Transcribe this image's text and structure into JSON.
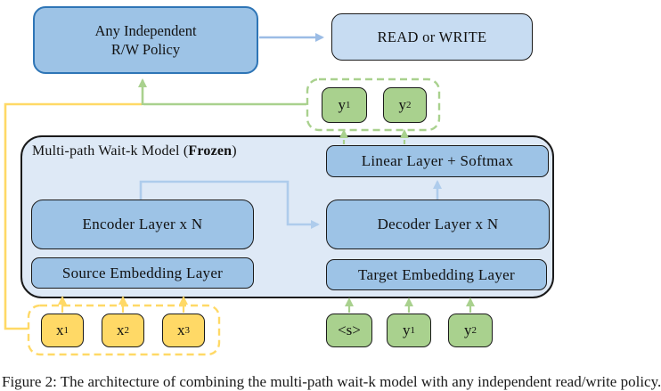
{
  "policy_box": {
    "line1": "Any Independent",
    "line2": "R/W Policy"
  },
  "read_write_box": {
    "label": "READ or WRITE"
  },
  "model_box": {
    "title_prefix": "Multi-path Wait-k Model (",
    "title_bold": "Frozen",
    "title_suffix": ")",
    "linear_label": "Linear Layer + Softmax",
    "encoder_label": "Encoder Layer x N",
    "decoder_label": "Decoder Layer x N",
    "source_embedding_label": "Source Embedding Layer",
    "target_embedding_label": "Target Embedding Layer"
  },
  "output_tokens": [
    {
      "base": "y",
      "sub": "1"
    },
    {
      "base": "y",
      "sub": "2"
    }
  ],
  "source_tokens": [
    {
      "base": "x",
      "sub": "1"
    },
    {
      "base": "x",
      "sub": "2"
    },
    {
      "base": "x",
      "sub": "3"
    }
  ],
  "target_tokens": [
    {
      "base": "<s>",
      "sub": ""
    },
    {
      "base": "y",
      "sub": "1"
    },
    {
      "base": "y",
      "sub": "2"
    }
  ],
  "caption": {
    "text": "Figure 2: The architecture of combining the multi-path wait-k model with any independent read/write policy."
  },
  "colors": {
    "policy_fill": "#9DC3E6",
    "policy_border": "#2E75B6",
    "readwrite_fill": "#C7DCF2",
    "container_fill": "#DEE9F6",
    "inner_box_fill": "#9DC3E6",
    "green_fill": "#A9D18E",
    "yellow_fill": "#FFD966",
    "blue_arrow": "#9BBCE5",
    "inner_blue_arrow": "#AECCEC",
    "box_border": "#1A1A1A"
  }
}
